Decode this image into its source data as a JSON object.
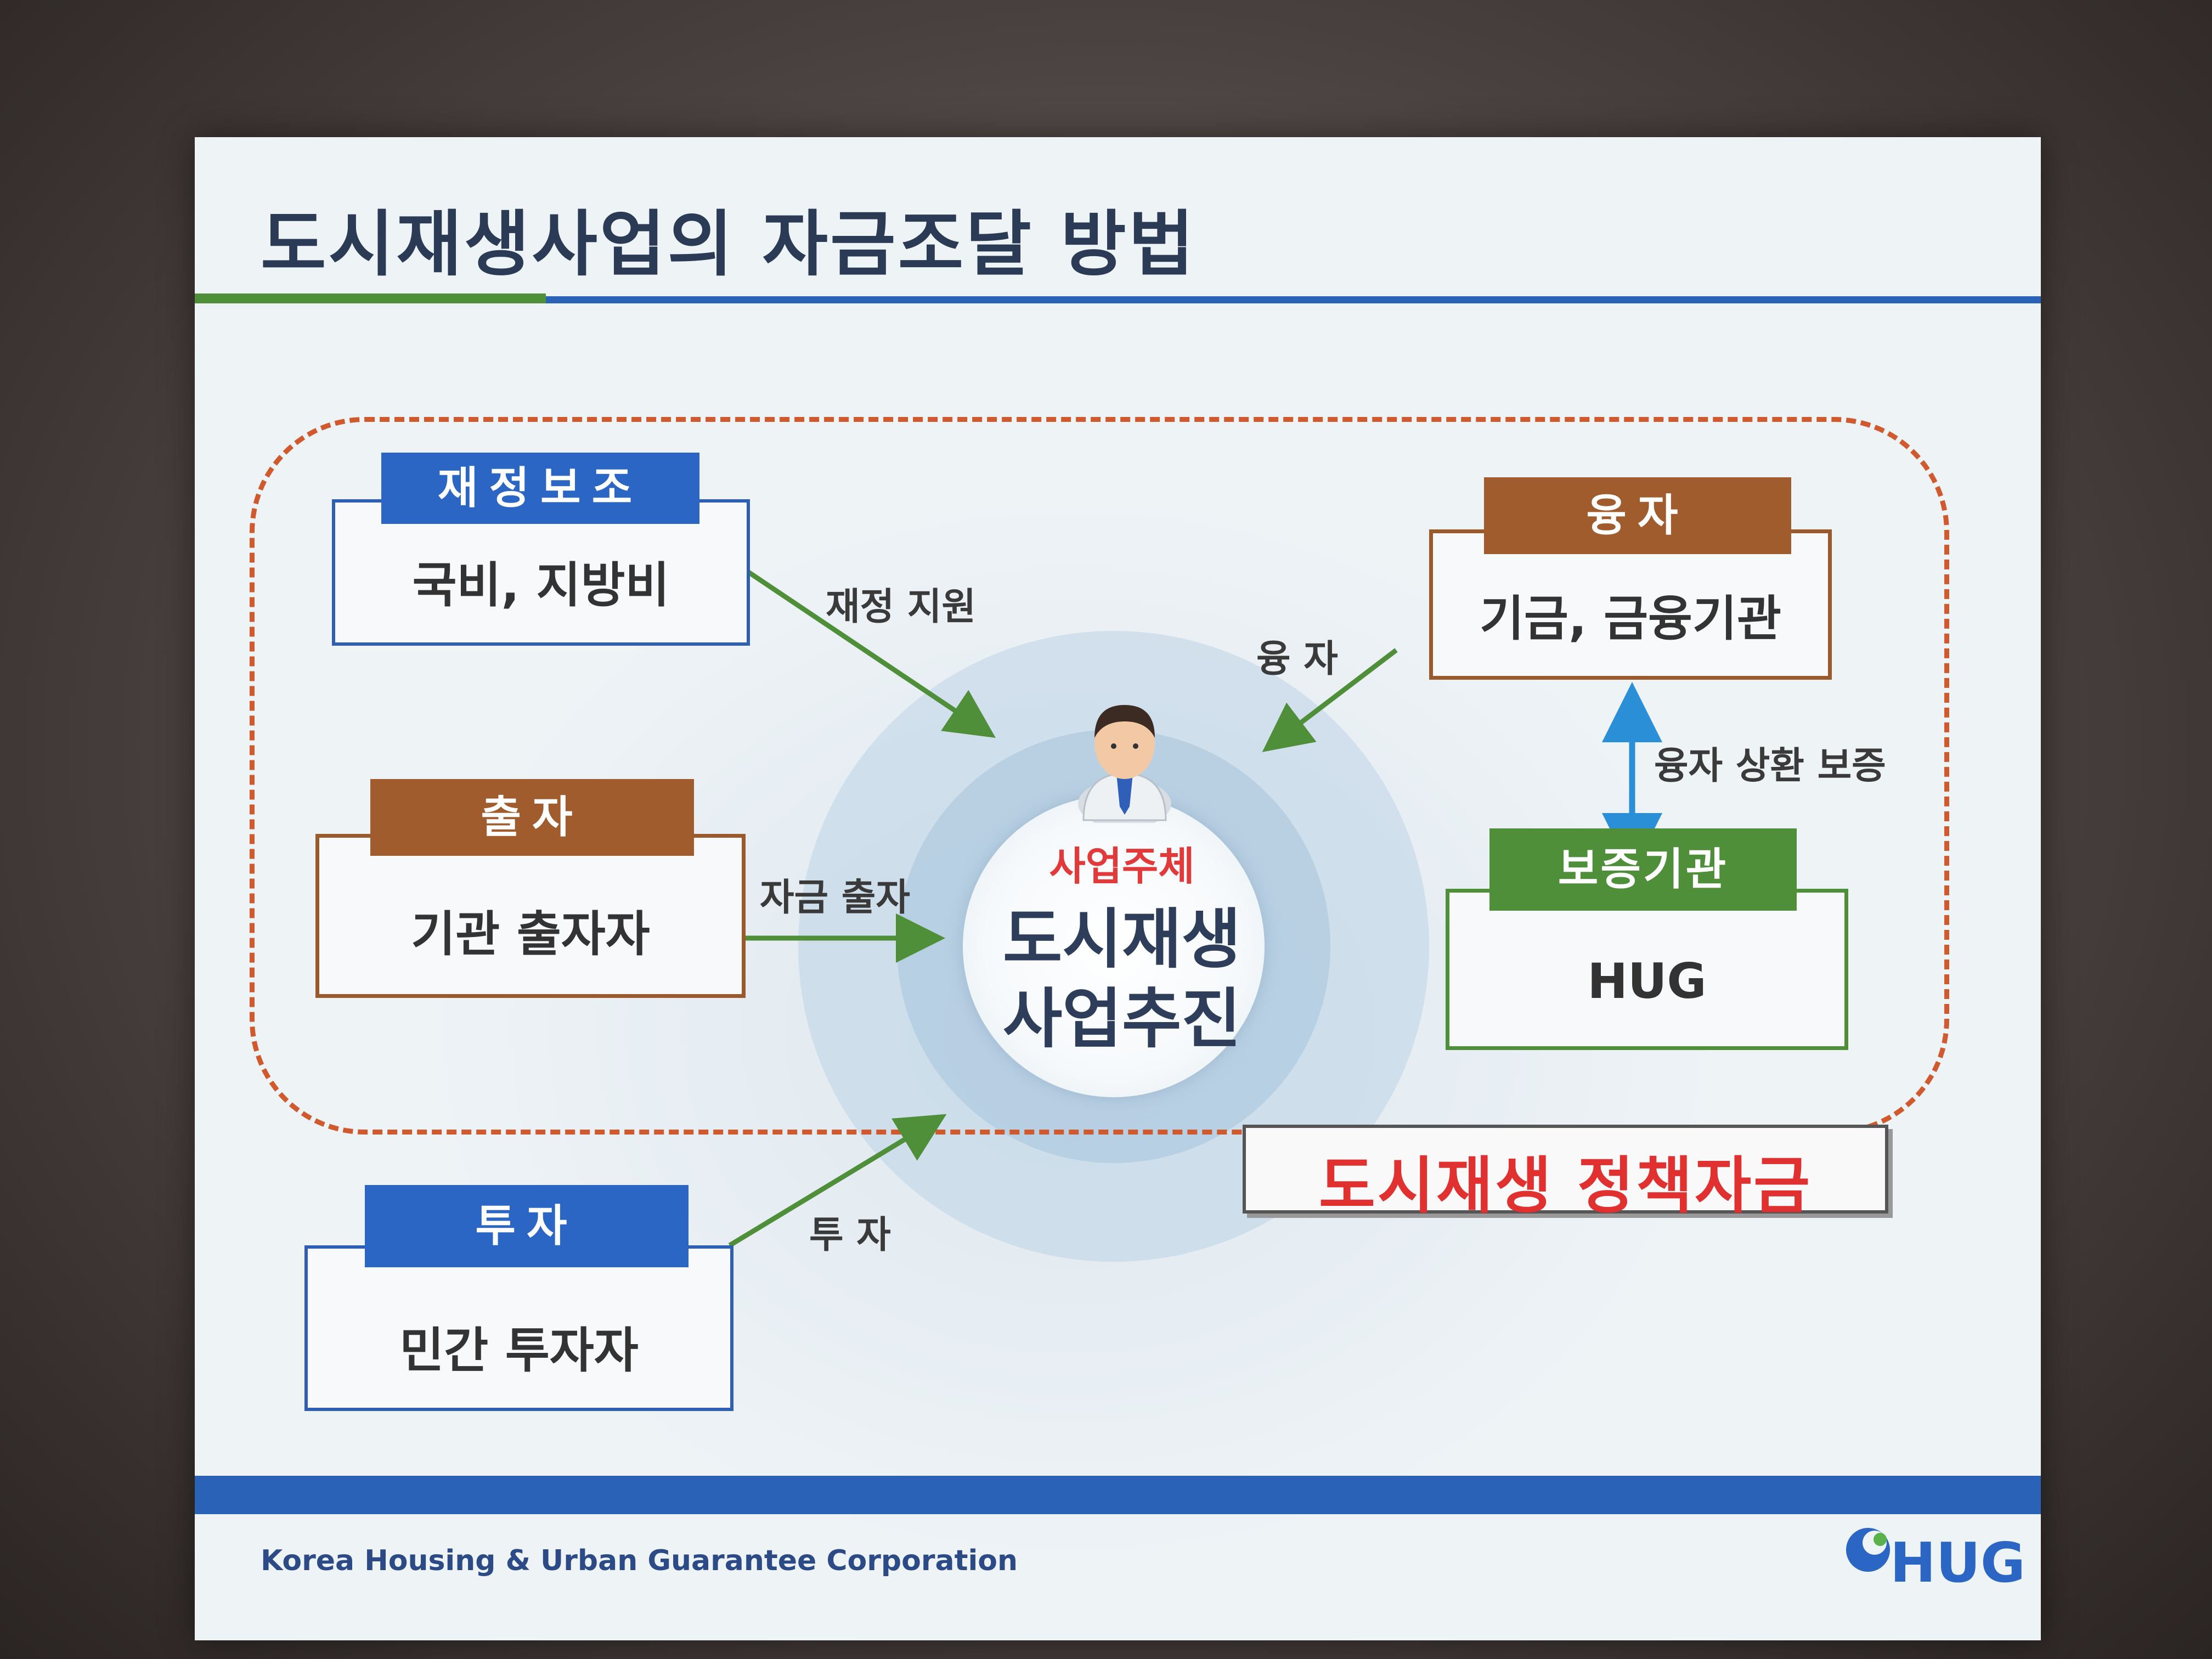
{
  "slide": {
    "title": "도시재생사업의 자금조달 방법",
    "footer": "Korea Housing & Urban Guarantee Corporation",
    "logo_text": "HUG"
  },
  "left": {
    "subsidy": {
      "label": "재정보조",
      "text": "국비, 지방비"
    },
    "institution": {
      "label": "출자",
      "text": "기관 출자자"
    },
    "private": {
      "label": "투자",
      "text": "민간 투자자"
    }
  },
  "right": {
    "loan": {
      "label": "융자",
      "text": "기금, 금융기관"
    },
    "guarantor": {
      "label": "보증기관",
      "text": "HUG"
    }
  },
  "arrows": {
    "subsidy": "재정 지원",
    "loan": "융 자",
    "equity": "자금 출자",
    "invest": "투 자",
    "guarantee": "융자 상환 보증"
  },
  "center": {
    "subject": "사업주체",
    "title_line1": "도시재생",
    "title_line2": "사업추진"
  },
  "policy_fund": "도시재생 정책자금",
  "colors": {
    "blue": "#2b66c4",
    "brown": "#a05c2c",
    "green": "#4f8f3a",
    "red": "#e03030",
    "dash": "#d0592d"
  }
}
